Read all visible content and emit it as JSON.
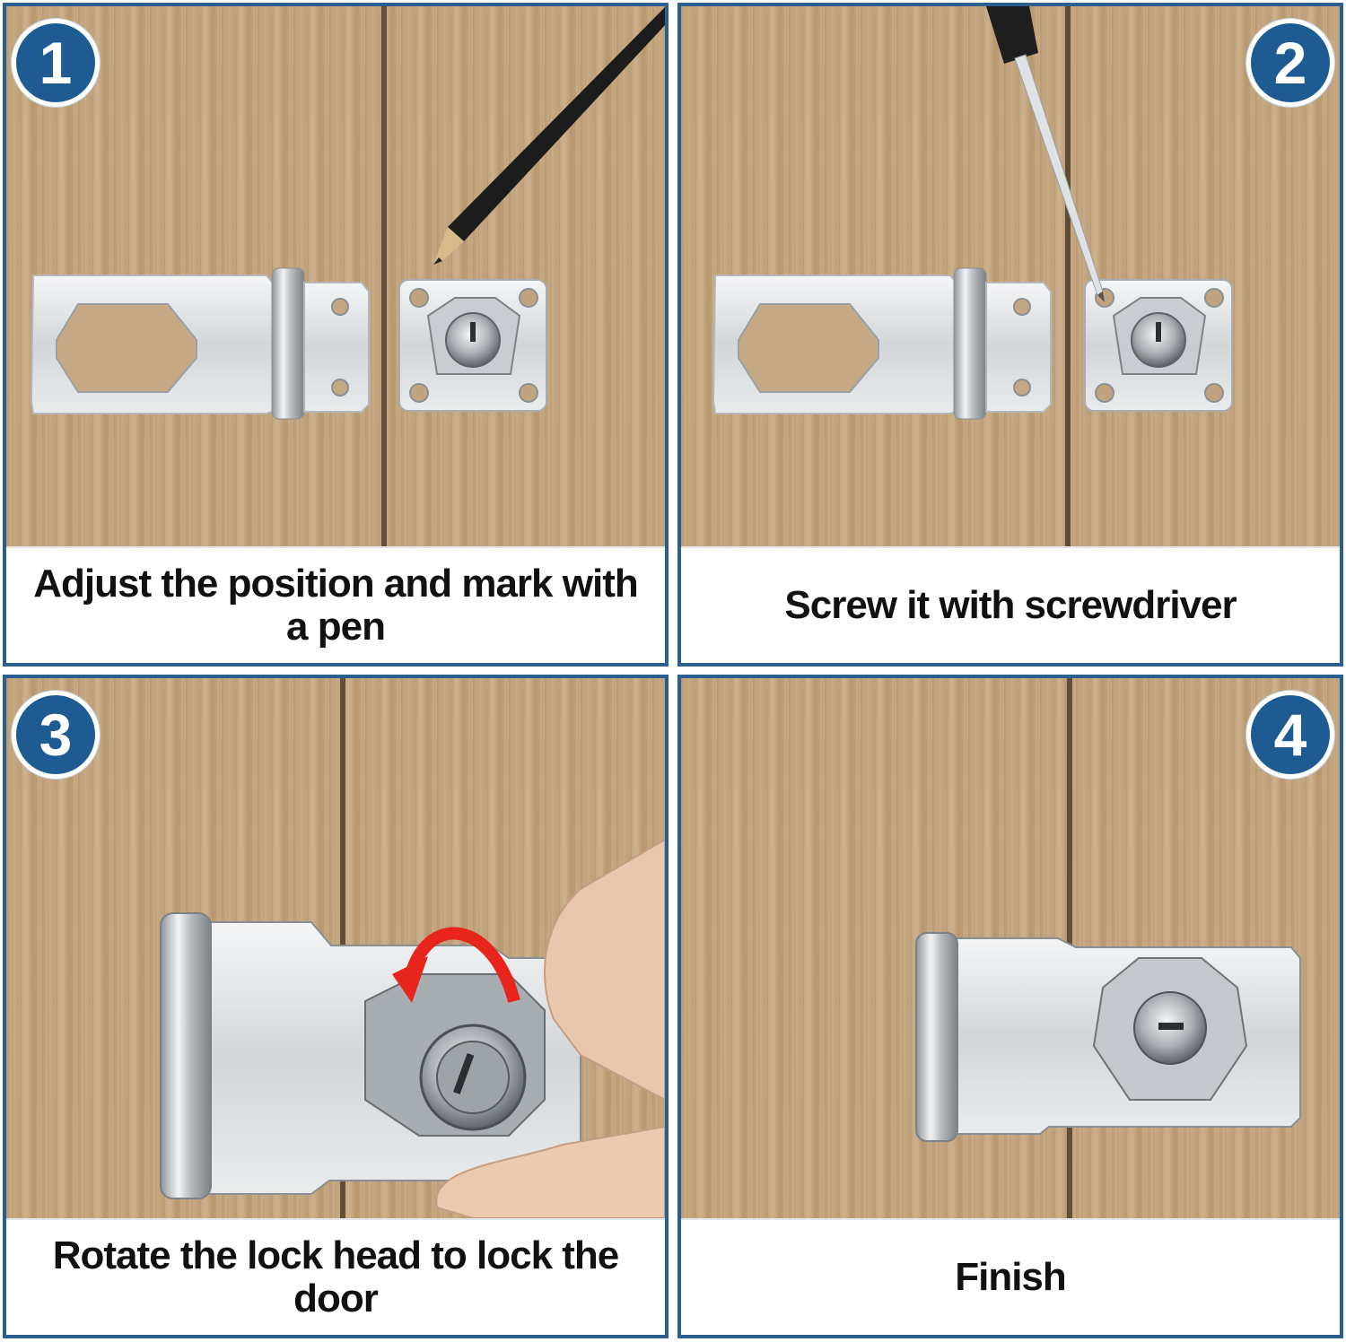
{
  "colors": {
    "border": "#2a5f8f",
    "badge": "#1f5b93",
    "wood_light": "#c7ab86",
    "wood_dark": "#a9895f",
    "metal": "#d9dcde",
    "arrow": "#e8251c"
  },
  "steps": [
    {
      "number": "1",
      "caption": "Adjust the position and mark with a pen"
    },
    {
      "number": "2",
      "caption": "Screw it with screwdriver"
    },
    {
      "number": "3",
      "caption": "Rotate the lock head to lock the door"
    },
    {
      "number": "4",
      "caption": "Finish"
    }
  ]
}
